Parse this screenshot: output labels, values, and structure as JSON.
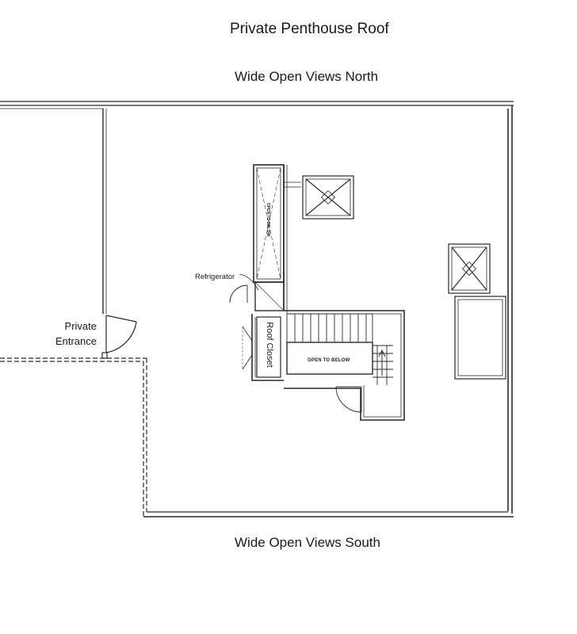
{
  "labels": {
    "title": "Private Penthouse Roof",
    "north": "Wide Open Views North",
    "south": "Wide Open Views South",
    "entrance_line1": "Private",
    "entrance_line2": "Entrance",
    "refrigerator": "Refrigerator",
    "roof_closet": "Roof Closet",
    "open_to_below_stair": "OPEN TO BELOW",
    "open_to_below_shaft": "OPEN TO BELOW"
  },
  "colors": {
    "line": "#2a2a2a",
    "background": "#ffffff"
  }
}
